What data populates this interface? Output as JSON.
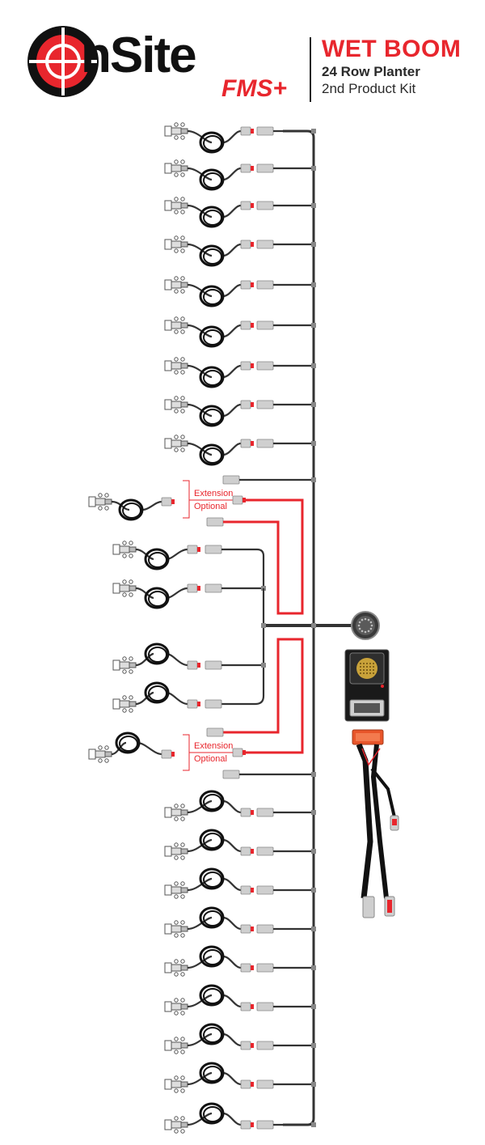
{
  "header": {
    "logo_text": "nSite",
    "logo_sub": "FMS+",
    "title": "WET BOOM",
    "line1": "24 Row Planter",
    "line2": "2nd Product Kit"
  },
  "extension": {
    "line1": "Extension",
    "line2": "Optional"
  },
  "colors": {
    "brand_red": "#e8262d",
    "cable": "#333333",
    "connector": "#cfcfcf",
    "harness_orange": "#e8552a"
  },
  "icons": [
    "crosshair-logo-icon",
    "nozzle-icon",
    "coil-icon",
    "connector-icon",
    "round-connector-icon",
    "controller-module-icon",
    "breakout-harness-icon"
  ]
}
